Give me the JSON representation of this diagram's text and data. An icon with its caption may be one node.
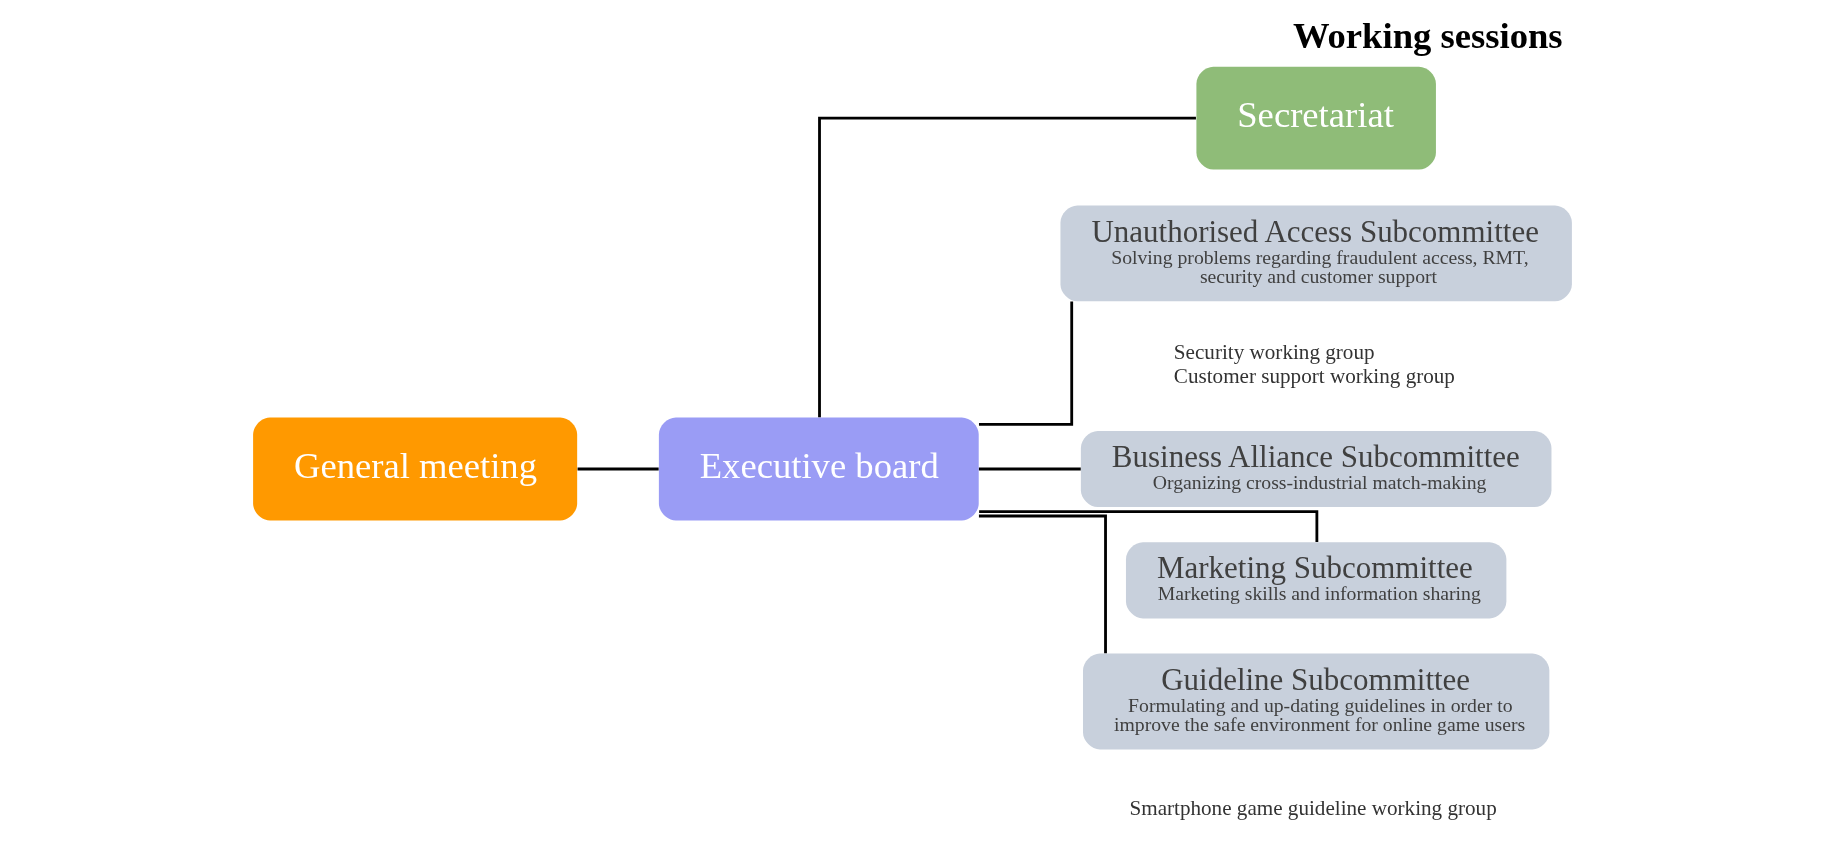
{
  "diagram": {
    "title": "Working sessions",
    "nodes": [
      {
        "text": [
          "General meeting"
        ]
      },
      {
        "text": [
          "Executive board"
        ]
      },
      {
        "text": [
          "Secretariat"
        ]
      },
      {
        "text": [
          "Unauthorised Access Subcommittee",
          "Solving problems regarding fraudulent access, RMT, security and customer support"
        ],
        "beside": [
          "Security working group",
          "Customer support working group"
        ]
      },
      {
        "text": [
          "Business Alliance Subcommittee",
          "Organizing cross-industrial match-making"
        ]
      },
      {
        "text": [
          "Marketing Subcommittee",
          "Marketing skills and information sharing"
        ]
      },
      {
        "text": [
          "Guideline Subcommittee",
          "Formulating and up-dating guidelines in order to improve the safe environment for online game users"
        ],
        "beside": [
          "Smartphone game guideline working group"
        ]
      }
    ],
    "edges": [
      {
        "from": 0,
        "to": 1,
        "arrow": "none"
      },
      {
        "from": 1,
        "to": 2,
        "arrow": "none"
      },
      {
        "from": 1,
        "to": 3,
        "arrow": "none"
      },
      {
        "from": 1,
        "to": 4,
        "arrow": "none"
      },
      {
        "from": 1,
        "to": 5,
        "arrow": "none"
      },
      {
        "from": 1,
        "to": 6,
        "arrow": "none"
      }
    ]
  }
}
